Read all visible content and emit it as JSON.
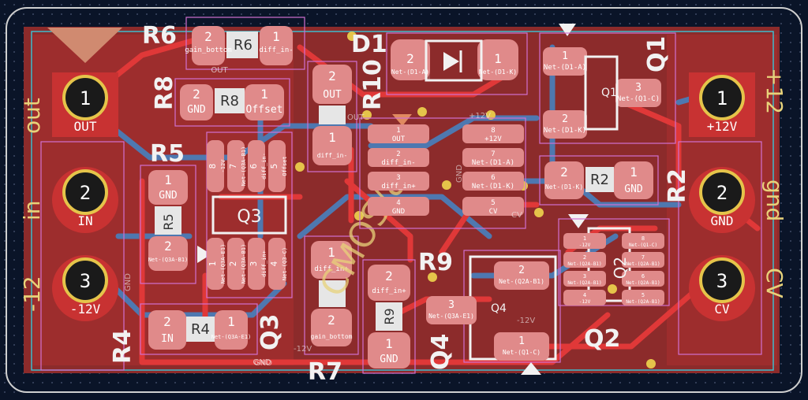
{
  "refs": {
    "R6": "R6",
    "R8": "R8",
    "R5": "R5",
    "R4": "R4",
    "R7": "R7",
    "R9": "R9",
    "R2": "R2",
    "R10": "R10",
    "D1": "D1",
    "Q1": "Q1",
    "Q2": "Q2",
    "Q3": "Q3",
    "Q4": "Q4",
    "ic_mark": "CMOS/8"
  },
  "board_labels": {
    "out": "out",
    "in": "in",
    "m12": "-12",
    "p12": "+12",
    "gnd": "gnd",
    "cv": "CV"
  },
  "connectors": {
    "left": [
      {
        "num": "1",
        "net": "OUT"
      },
      {
        "num": "2",
        "net": "IN"
      },
      {
        "num": "3",
        "net": "-12V"
      }
    ],
    "right": [
      {
        "num": "1",
        "net": "+12V"
      },
      {
        "num": "2",
        "net": "GND"
      },
      {
        "num": "3",
        "net": "CV"
      }
    ]
  },
  "pads": {
    "r6_2": "2",
    "r6_net2": "gain_bottom",
    "r6_1": "1",
    "r6_net1": "diff_in-",
    "r6_out": "OUT",
    "r8_2": "2",
    "r8_net2": "GND",
    "r8_1": "1",
    "r8_net1": "Offset",
    "r5_1": "1",
    "r5_net1": "GND",
    "r5_2": "2",
    "r5_net2": "Net-(Q3A-B1)",
    "r4_2": "2",
    "r4_net2": "IN",
    "r4_1": "1",
    "r4_net1": "Net-(Q3A-E1)",
    "r4_gnd": "GND",
    "r10_2": "2",
    "r10_net2": "OUT",
    "r10_1": "1",
    "r10_net1": "diff_in-",
    "r7_1": "1",
    "r7_net1": "diff_in+",
    "r7_2": "2",
    "r7_net2": "gain_bottom",
    "r9_2": "2",
    "r9_net2": "diff_in+",
    "r9_1": "1",
    "r9_net1": "GND",
    "d1_2": "2",
    "d1_net2": "Net-(D1-A)",
    "d1_1": "1",
    "d1_net1": "Net-(D1-K)",
    "q1_1": "1",
    "q1_net1": "Net-(D1-A)",
    "q1_2": "2",
    "q1_net2": "Net-(D1-K)",
    "q1_3": "3",
    "q1_net3": "Net-(Q1-C)",
    "r2_2": "2",
    "r2_net2": "Net-(D1-K)",
    "r2_1": "1",
    "r2_net1": "GND",
    "q4_2": "2",
    "q4_net2": "Net-(Q2A-B1)",
    "q4_3": "3",
    "q4_net3": "Net-(Q3A-E1)",
    "q4_1": "1",
    "q4_net1": "Net-(Q1-C)",
    "q3": [
      {
        "num": "8",
        "net": "-12V"
      },
      {
        "num": "7",
        "net": "Net-(Q3A-B1)"
      },
      {
        "num": "6",
        "net": "diff_in-"
      },
      {
        "num": "5",
        "net": "Offset"
      },
      {
        "num": "1",
        "net": "Net-(Q3A-E1)"
      },
      {
        "num": "2",
        "net": "Net-(Q3A-B1)"
      },
      {
        "num": "3",
        "net": "diff_in+"
      },
      {
        "num": "4",
        "net": "Net-(Q3-C)"
      }
    ],
    "u1_left": [
      {
        "num": "1",
        "net": "OUT"
      },
      {
        "num": "2",
        "net": "diff_in-"
      },
      {
        "num": "3",
        "net": "diff_in+"
      },
      {
        "num": "4",
        "net": "GND"
      }
    ],
    "u1_right": [
      {
        "num": "8",
        "net": "+12V"
      },
      {
        "num": "7",
        "net": "Net-(D1-A)"
      },
      {
        "num": "6",
        "net": "Net-(D1-K)"
      },
      {
        "num": "5",
        "net": "CV"
      }
    ],
    "q2": [
      {
        "num": "1",
        "net": "-12V"
      },
      {
        "num": "2",
        "net": "Net-(Q2A-B1)"
      },
      {
        "num": "3",
        "net": "Net-(Q2A-B1)"
      },
      {
        "num": "4",
        "net": "-12V"
      },
      {
        "num": "8",
        "net": "Net-(Q1-C)"
      },
      {
        "num": "7",
        "net": "Net-(Q2A-B1)"
      },
      {
        "num": "6",
        "net": "Net-(Q2A-B1)"
      },
      {
        "num": "5",
        "net": "Net-(Q2A-B1)"
      }
    ]
  },
  "faint": {
    "gnd_left": "GND",
    "gnd_bottom": "GND",
    "m12_bottom": "-12V",
    "m12_q4": "-12V",
    "p12_mid": "+12V",
    "cv_mid": "CV",
    "gnd_mid": "GND",
    "out_mid": "OUT"
  },
  "colors": {
    "board": "#0a1428",
    "copper_back": "#8c2b2b",
    "copper_front": "#c83232",
    "trace_front": "#e03838",
    "trace_back": "#4e78b0",
    "pad": "#e08a8a",
    "silk": "#f2f2f2",
    "courtyard": "#d070d0",
    "drill": "#e5c44a"
  }
}
